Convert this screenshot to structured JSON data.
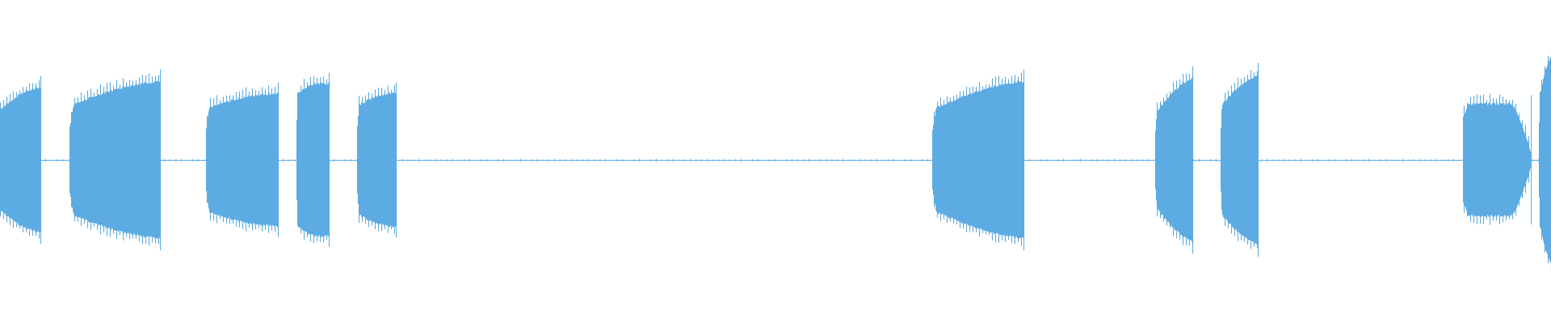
{
  "waveform": {
    "color": "#5dabe2",
    "background": "#ffffff",
    "duration_fraction_note": "",
    "segments": [
      {
        "start": 0.0,
        "end": 0.026,
        "amp_start": 0.32,
        "amp_end": 0.46,
        "fade_in": false
      },
      {
        "start": 0.045,
        "end": 0.103,
        "amp_start": 0.34,
        "amp_end": 0.5,
        "fade_in": true
      },
      {
        "start": 0.133,
        "end": 0.179,
        "amp_start": 0.32,
        "amp_end": 0.42,
        "fade_in": true
      },
      {
        "start": 0.191,
        "end": 0.212,
        "amp_start": 0.42,
        "amp_end": 0.48,
        "fade_in": true
      },
      {
        "start": 0.23,
        "end": 0.255,
        "amp_start": 0.34,
        "amp_end": 0.42,
        "fade_in": true
      },
      {
        "start": 0.601,
        "end": 0.66,
        "amp_start": 0.32,
        "amp_end": 0.5,
        "fade_in": true
      },
      {
        "start": 0.745,
        "end": 0.769,
        "amp_start": 0.3,
        "amp_end": 0.52,
        "fade_in": true
      },
      {
        "start": 0.787,
        "end": 0.811,
        "amp_start": 0.34,
        "amp_end": 0.54,
        "fade_in": true
      },
      {
        "start": 0.943,
        "end": 0.987,
        "amp_start": 0.34,
        "amp_end": 0.34,
        "fade_in": true,
        "pinch": true
      },
      {
        "start": 0.992,
        "end": 1.0,
        "amp_start": 0.4,
        "amp_end": 0.66,
        "fade_in": true
      }
    ]
  }
}
